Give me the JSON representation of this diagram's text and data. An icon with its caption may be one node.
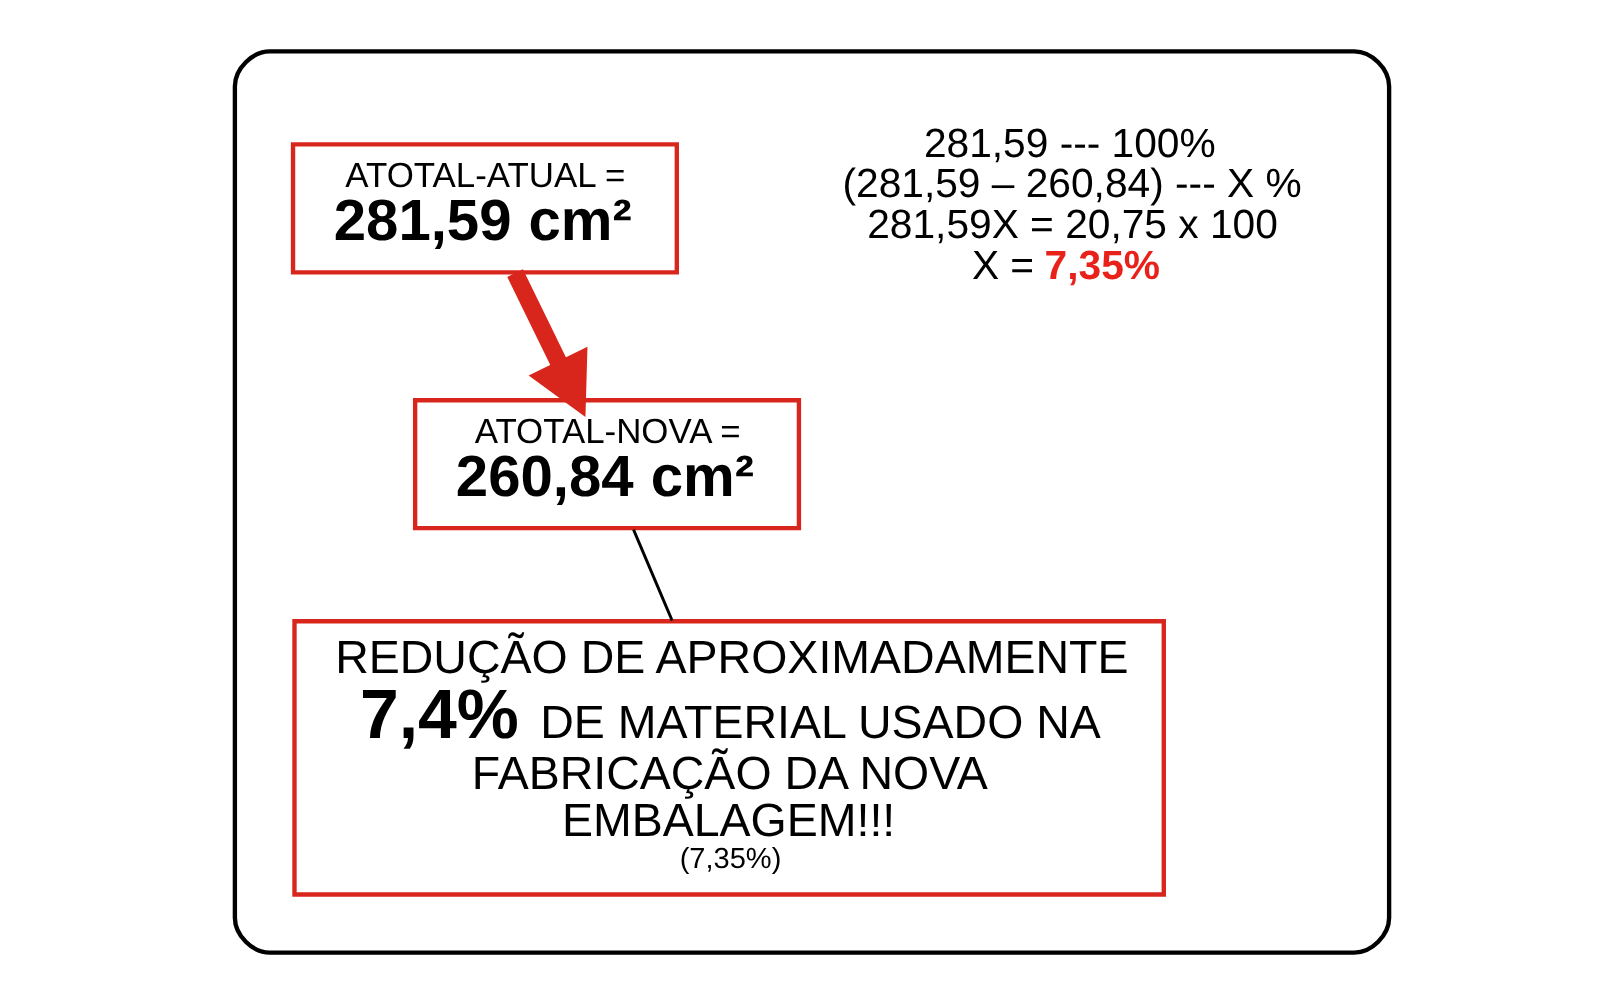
{
  "diagram": {
    "nodes": [
      {
        "text": [],
        "shape": "box"
      },
      {
        "text": [
          "281,59 --- 100%",
          "(281,59 – 260,84) --- X %",
          "281,59X = 20,75 x 100",
          "X = **7,35%**"
        ],
        "in": 0
      },
      {
        "text": [
          "ATOTAL-ATUAL =",
          "281,59 cm²"
        ],
        "in": 0
      },
      {
        "text": [
          "ATOTAL-NOVA =",
          "260,84 cm²"
        ],
        "in": 0
      },
      {
        "text": [
          "REDUÇÃO DE APROXIMADAMENTE **7,4%** DE MATERIAL USADO NA FABRICAÇÃO DA NOVA EMBALAGEM!!!",
          "(7,35%)"
        ],
        "in": 0
      }
    ],
    "edges": [
      {
        "from": 2,
        "to": 3,
        "arrow": "to",
        "style": "thick",
        "color": "#d9261c"
      },
      {
        "from": 3,
        "to": 4,
        "arrow": "none",
        "color": "#000000"
      }
    ]
  }
}
